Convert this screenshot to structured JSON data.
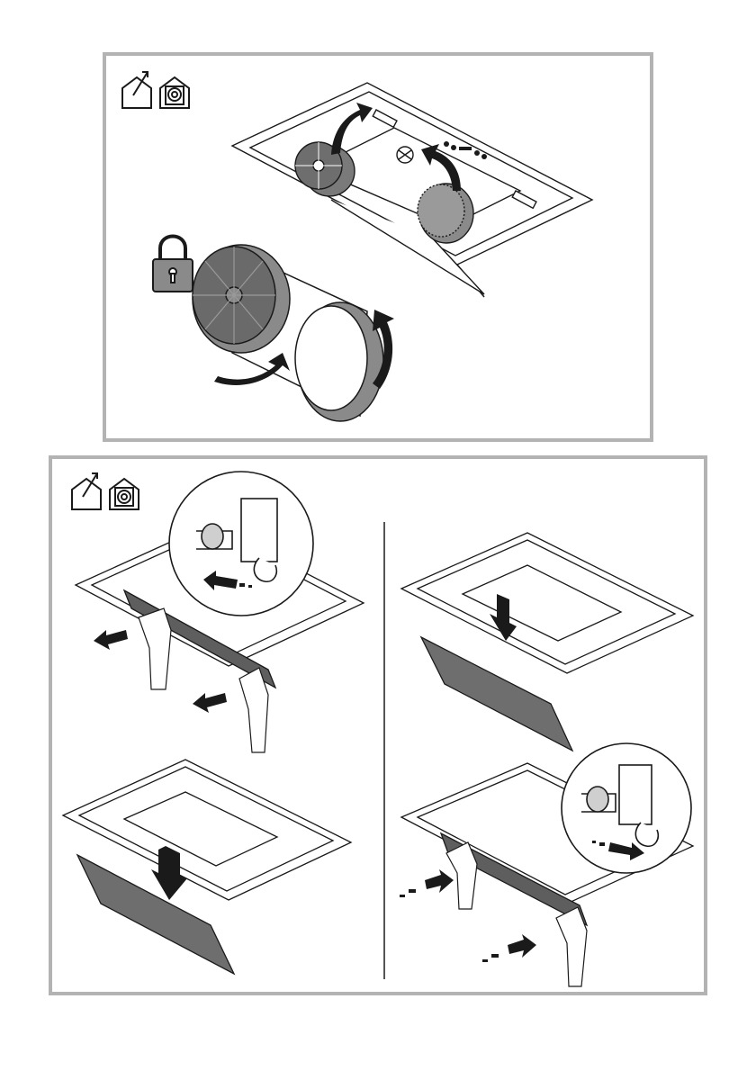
{
  "document": {
    "page_style": {
      "panel_border_color": "#b3b3b3",
      "line_color": "#1a1a1a",
      "filter_fill": "#6e6e6e",
      "grille_fill": "#8a8a8a",
      "panel_fill": "#5e5e5e"
    },
    "panels": [
      {
        "id": "charcoal-filter-install",
        "icons": [
          "house-vent-out-icon",
          "house-recirculation-icon",
          "padlock-icon"
        ],
        "steps": [
          "lift-filters-up-onto-hood",
          "twist-filter-to-lock"
        ]
      },
      {
        "id": "grease-panel-remove-refit",
        "icons": [
          "house-vent-out-icon",
          "house-recirculation-icon"
        ],
        "steps": [
          "push-release-latch-and-pull-panel",
          "lower-panel-down",
          "raise-panel-up",
          "push-panel-back-to-latch"
        ]
      }
    ]
  }
}
